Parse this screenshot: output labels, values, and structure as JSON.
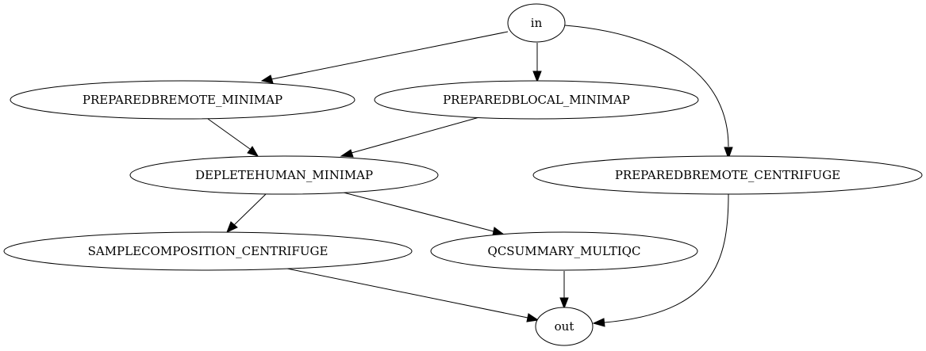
{
  "nodes": {
    "in": "in",
    "prepare_db_remote_minimap": "PREPAREDBREMOTE_MINIMAP",
    "prepare_db_local_minimap": "PREPAREDBLOCAL_MINIMAP",
    "deplete_human_minimap": "DEPLETEHUMAN_MINIMAP",
    "prepare_db_remote_centrifuge": "PREPAREDBREMOTE_CENTRIFUGE",
    "sample_composition_centrifuge": "SAMPLECOMPOSITION_CENTRIFUGE",
    "qc_summary_multiqc": "QCSUMMARY_MULTIQC",
    "out": "out"
  },
  "edges": [
    [
      "in",
      "prepare_db_remote_minimap"
    ],
    [
      "in",
      "prepare_db_local_minimap"
    ],
    [
      "in",
      "prepare_db_remote_centrifuge"
    ],
    [
      "prepare_db_remote_minimap",
      "deplete_human_minimap"
    ],
    [
      "prepare_db_local_minimap",
      "deplete_human_minimap"
    ],
    [
      "deplete_human_minimap",
      "sample_composition_centrifuge"
    ],
    [
      "deplete_human_minimap",
      "qc_summary_multiqc"
    ],
    [
      "sample_composition_centrifuge",
      "out"
    ],
    [
      "qc_summary_multiqc",
      "out"
    ],
    [
      "prepare_db_remote_centrifuge",
      "out"
    ]
  ]
}
